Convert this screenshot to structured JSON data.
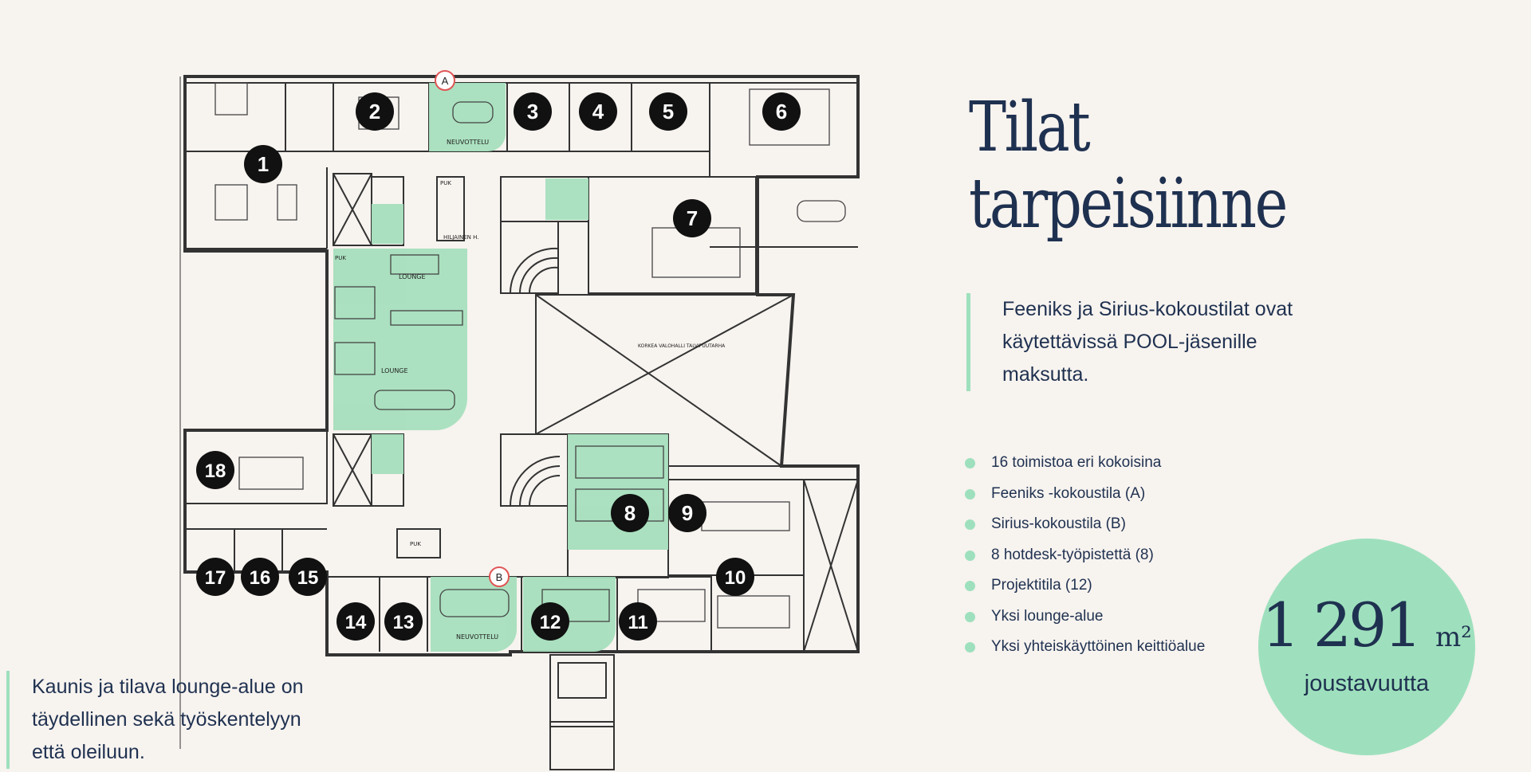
{
  "heading": {
    "line1": "Tilat",
    "line2": "tarpeisiinne"
  },
  "intro": "Feeniks ja Sirius-kokoustilat ovat käytettävissä POOL-jäsenille maksutta.",
  "features": [
    "16 toimistoa eri kokoisina",
    "Feeniks -kokoustila (A)",
    "Sirius-kokoustila (B)",
    "8 hotdesk-työpistettä (8)",
    "Projektitila (12)",
    "Yksi lounge-alue",
    "Yksi yhteiskäyttöinen keittiöalue"
  ],
  "area": {
    "value": "1 291",
    "unit": "m²",
    "label": "joustavuutta"
  },
  "caption": "Kaunis ja tilava lounge-alue on täydellinen sekä työskentelyyn että oleiluun.",
  "colors": {
    "accent": "#9ee0bd",
    "navy": "#1f3150",
    "background": "#f7f3ef",
    "marker": "#111111",
    "room_highlight": "#a6dfbd"
  },
  "floorplan": {
    "room_numbers": [
      "1",
      "2",
      "3",
      "4",
      "5",
      "6",
      "7",
      "8",
      "9",
      "10",
      "11",
      "12",
      "13",
      "14",
      "15",
      "16",
      "17",
      "18"
    ],
    "meeting_markers": [
      "A",
      "B"
    ],
    "labels": {
      "meeting_room": "NEUVOTTELU",
      "lounge": "LOUNGE",
      "light_hall": "KORKEA VALOHALLI TALVIPUUTARHA",
      "cleaning": "PUK",
      "quiet": "HILJAINEN H."
    }
  }
}
